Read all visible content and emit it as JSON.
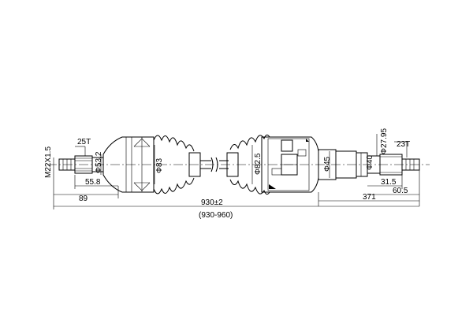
{
  "diagram": {
    "labels": {
      "thread": "M22X1.5",
      "spline_left": "25T",
      "dia_left_boss": "Φ53.2",
      "len_55_8": "55.8",
      "len_89": "89",
      "dia_83": "Φ83",
      "dia_82_5": "Φ82.5",
      "dia_45": "Φ45",
      "dia_40": "Φ40",
      "dia_27_95": "Φ27.95",
      "spline_right": "23T",
      "len_31_5": "31.5",
      "len_60_5": "60.5",
      "len_371": "371",
      "total_length": "930±2",
      "length_range": "(930-960)"
    }
  }
}
